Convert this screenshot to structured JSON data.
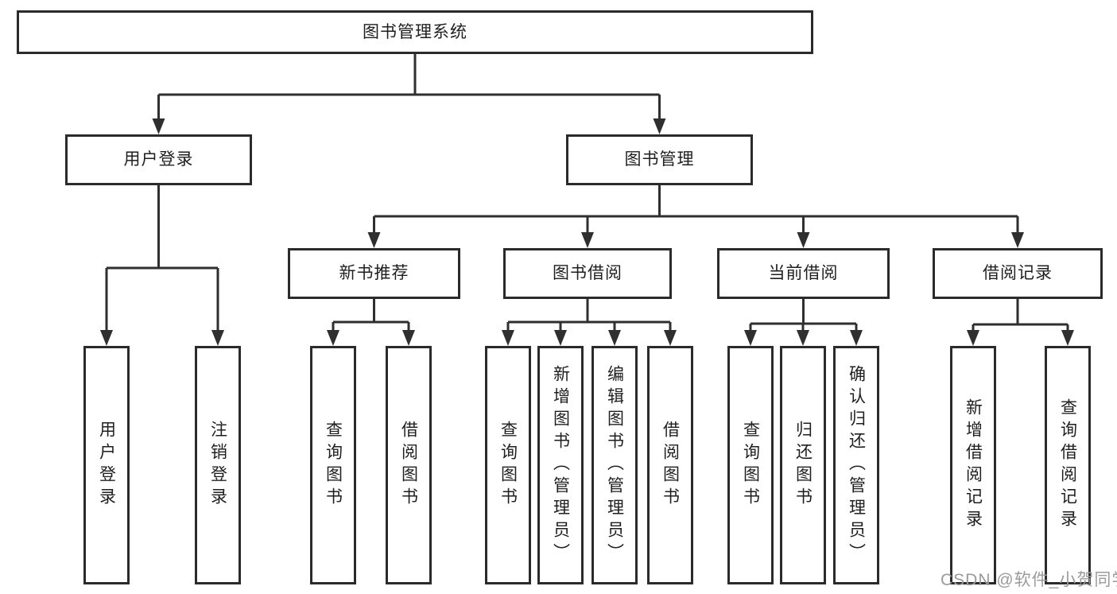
{
  "nodes": {
    "root": {
      "label": "图书管理系统"
    },
    "user_login": {
      "label": "用户登录"
    },
    "book_mgmt": {
      "label": "图书管理"
    },
    "new_book_rec": {
      "label": "新书推荐"
    },
    "book_borrow": {
      "label": "图书借阅"
    },
    "current_borrow": {
      "label": "当前借阅"
    },
    "borrow_record": {
      "label": "借阅记录"
    },
    "login": {
      "label": "用户登录"
    },
    "logout": {
      "label": "注销登录"
    },
    "query_book_1": {
      "label": "查询图书"
    },
    "borrow_book_1": {
      "label": "借阅图书"
    },
    "query_book_2": {
      "label": "查询图书"
    },
    "add_book_admin": {
      "label": "新增图书（管理员）"
    },
    "edit_book_admin": {
      "label": "编辑图书（管理员）"
    },
    "borrow_book_2": {
      "label": "借阅图书"
    },
    "query_book_3": {
      "label": "查询图书"
    },
    "return_book": {
      "label": "归还图书"
    },
    "confirm_return_admin": {
      "label": "确认归还（管理员）"
    },
    "add_borrow_record": {
      "label": "新增借阅记录"
    },
    "query_borrow_record": {
      "label": "查询借阅记录"
    }
  },
  "edges": [
    {
      "parent": "root",
      "children": [
        "user_login",
        "book_mgmt"
      ]
    },
    {
      "parent": "user_login",
      "children": [
        "login",
        "logout"
      ]
    },
    {
      "parent": "book_mgmt",
      "children": [
        "new_book_rec",
        "book_borrow",
        "current_borrow",
        "borrow_record"
      ]
    },
    {
      "parent": "new_book_rec",
      "children": [
        "query_book_1",
        "borrow_book_1"
      ]
    },
    {
      "parent": "book_borrow",
      "children": [
        "query_book_2",
        "add_book_admin",
        "edit_book_admin",
        "borrow_book_2"
      ]
    },
    {
      "parent": "current_borrow",
      "children": [
        "query_book_3",
        "return_book",
        "confirm_return_admin"
      ]
    },
    {
      "parent": "borrow_record",
      "children": [
        "add_borrow_record",
        "query_borrow_record"
      ]
    }
  ],
  "watermark": {
    "text": "CSDN @软件_小贺同学"
  },
  "colors": {
    "line": "#2f2f2f",
    "border": "#2b2b2b",
    "text": "#1f1f1f",
    "watermark": "#9b9b9b",
    "background": "#ffffff"
  }
}
